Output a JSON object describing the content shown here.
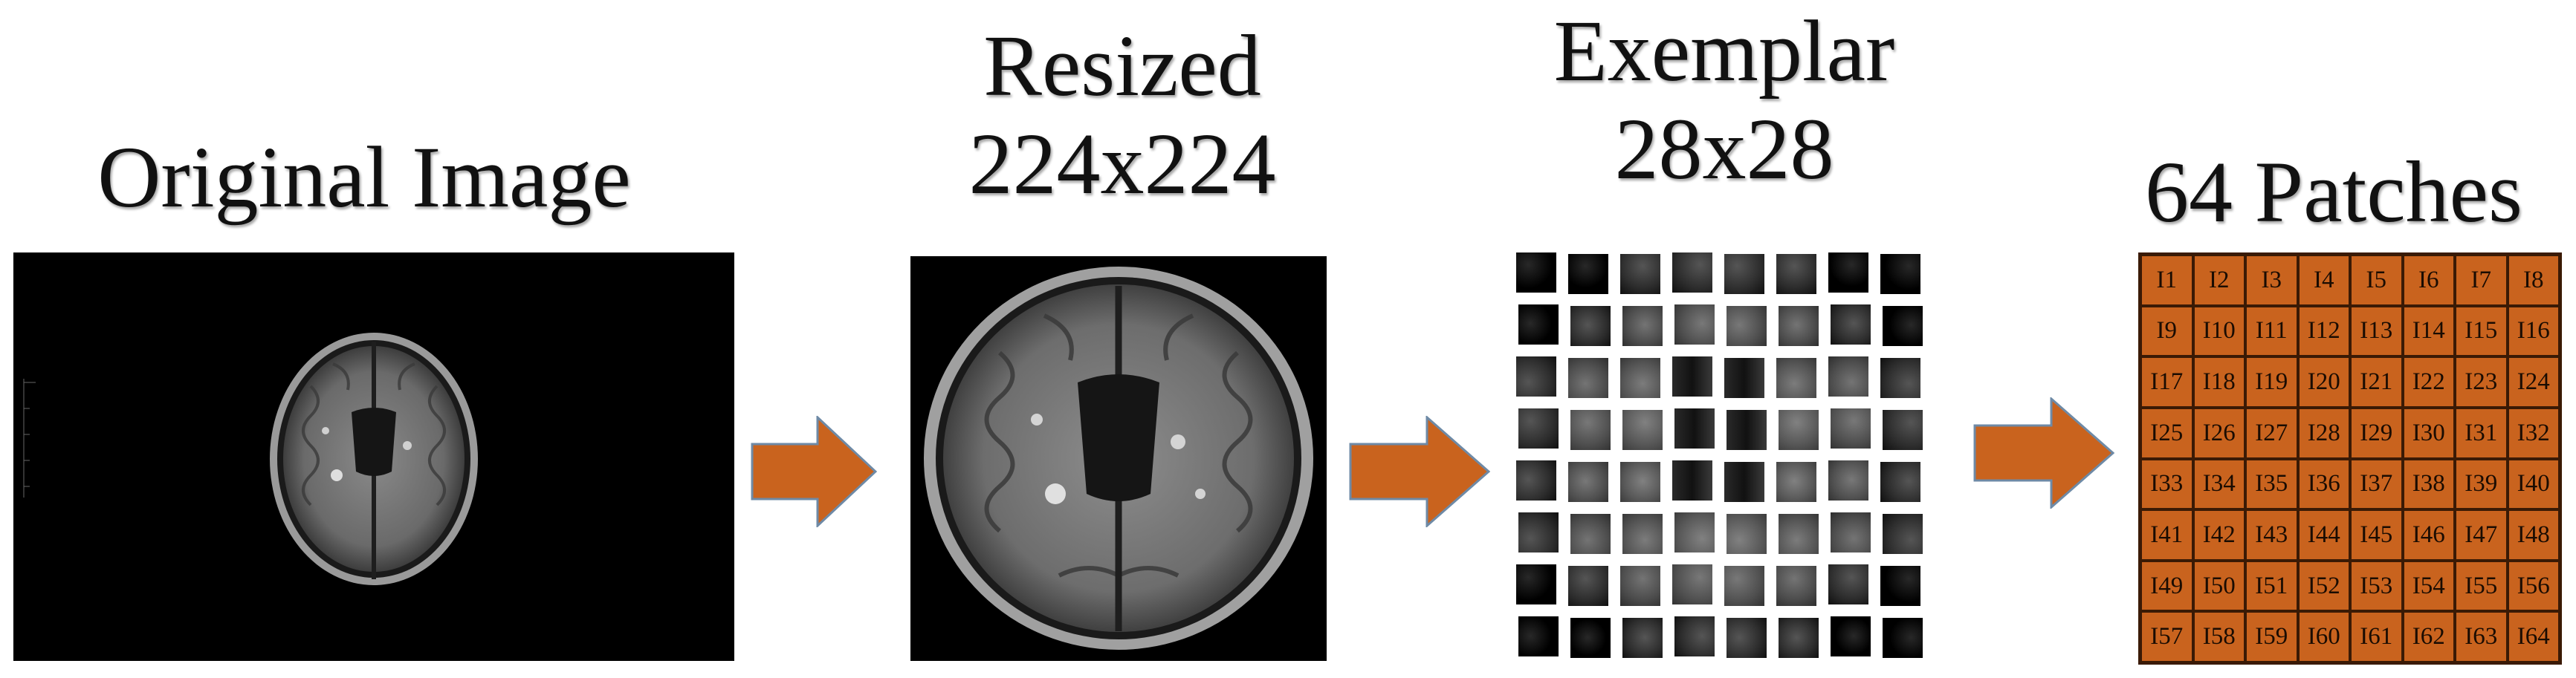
{
  "stages": {
    "original": {
      "title": "Original Image"
    },
    "resized": {
      "title_line1": "Resized",
      "title_line2": "224x224"
    },
    "exemplar": {
      "title_line1": "Exemplar",
      "title_line2": "28x28"
    },
    "patches": {
      "title": "64 Patches"
    }
  },
  "patch_labels": [
    "I1",
    "I2",
    "I3",
    "I4",
    "I5",
    "I6",
    "I7",
    "I8",
    "I9",
    "I10",
    "I11",
    "I12",
    "I13",
    "I14",
    "I15",
    "I16",
    "I17",
    "I18",
    "I19",
    "I20",
    "I21",
    "I22",
    "I23",
    "I24",
    "I25",
    "I26",
    "I27",
    "I28",
    "I29",
    "I30",
    "I31",
    "I32",
    "I33",
    "I34",
    "I35",
    "I36",
    "I37",
    "I38",
    "I39",
    "I40",
    "I41",
    "I42",
    "I43",
    "I44",
    "I45",
    "I46",
    "I47",
    "I48",
    "I49",
    "I50",
    "I51",
    "I52",
    "I53",
    "I54",
    "I55",
    "I56",
    "I57",
    "I58",
    "I59",
    "I60",
    "I61",
    "I62",
    "I63",
    "I64"
  ],
  "colors": {
    "arrow_fill": "#c9631e",
    "arrow_stroke": "#6e8aa6",
    "patch_fill": "#c9631e",
    "patch_border": "#3a1a05"
  },
  "icons": {
    "arrow": "right-arrow-icon",
    "brain": "brain-mri-slice"
  }
}
